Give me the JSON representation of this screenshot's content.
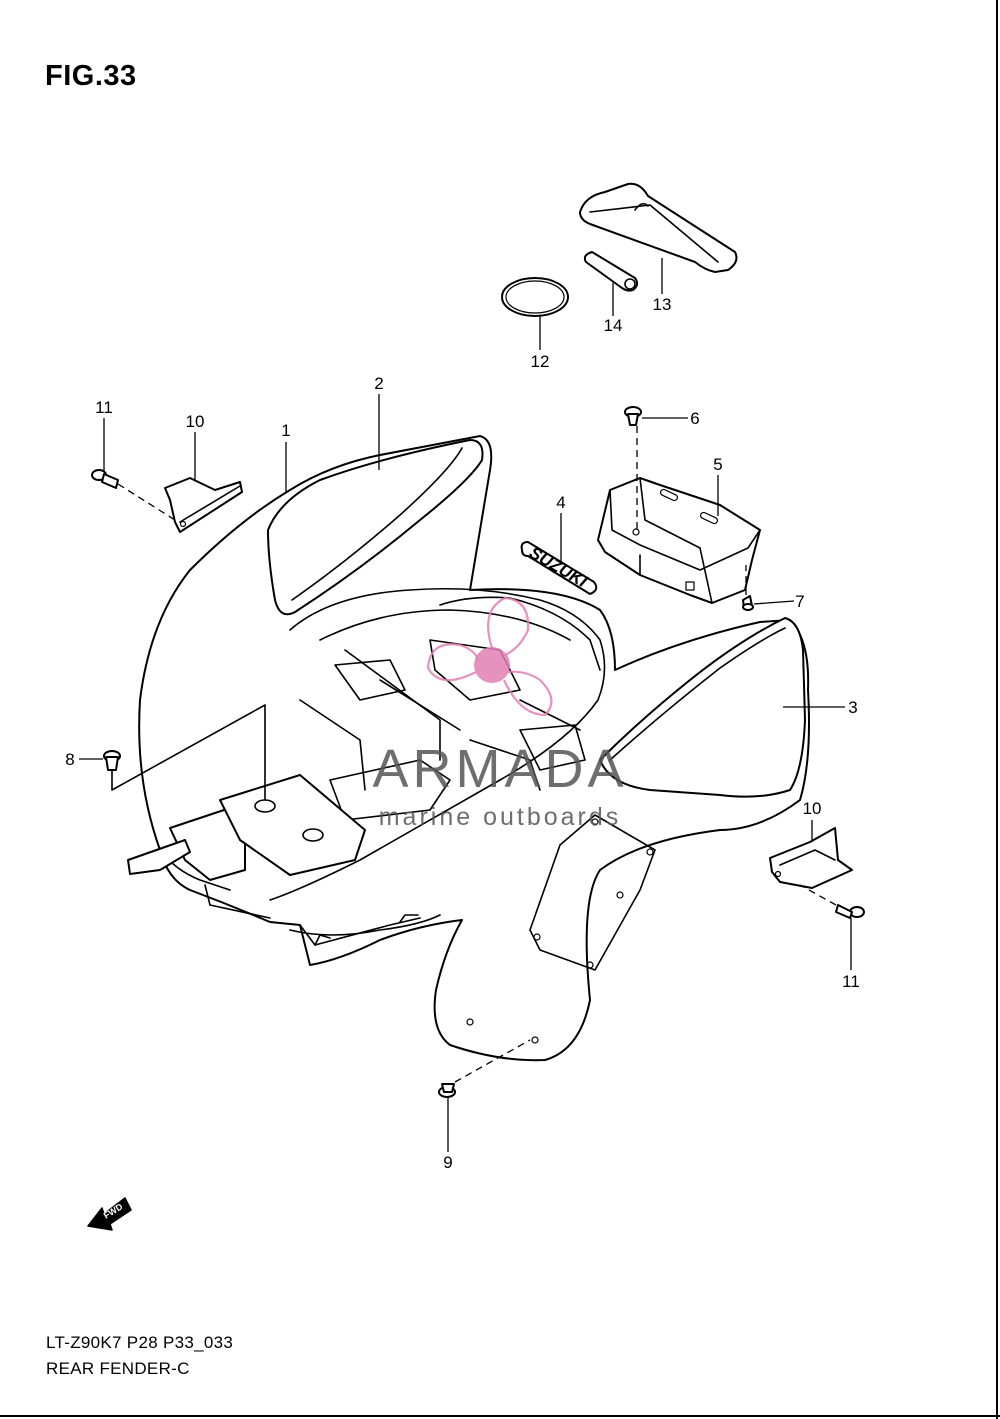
{
  "figure": {
    "title": "FIG.33",
    "code": "LT-Z90K7 P28 P33_033",
    "name": "REAR FENDER-C"
  },
  "callouts": [
    {
      "label": "1"
    },
    {
      "label": "2"
    },
    {
      "label": "3"
    },
    {
      "label": "4"
    },
    {
      "label": "5"
    },
    {
      "label": "6"
    },
    {
      "label": "7"
    },
    {
      "label": "8"
    },
    {
      "label": "9"
    },
    {
      "label": "10"
    },
    {
      "label": "10"
    },
    {
      "label": "11"
    },
    {
      "label": "11"
    },
    {
      "label": "12"
    },
    {
      "label": "13"
    },
    {
      "label": "14"
    }
  ],
  "decal_text": "SUZUKI",
  "fwd_arrow": {
    "label": "FWD",
    "icon": "fwd-arrow-icon"
  },
  "watermark": {
    "brand": "ARMADA",
    "tagline": "marine outboards",
    "logo_color": "#e07fb4",
    "text_color": "#555555"
  }
}
